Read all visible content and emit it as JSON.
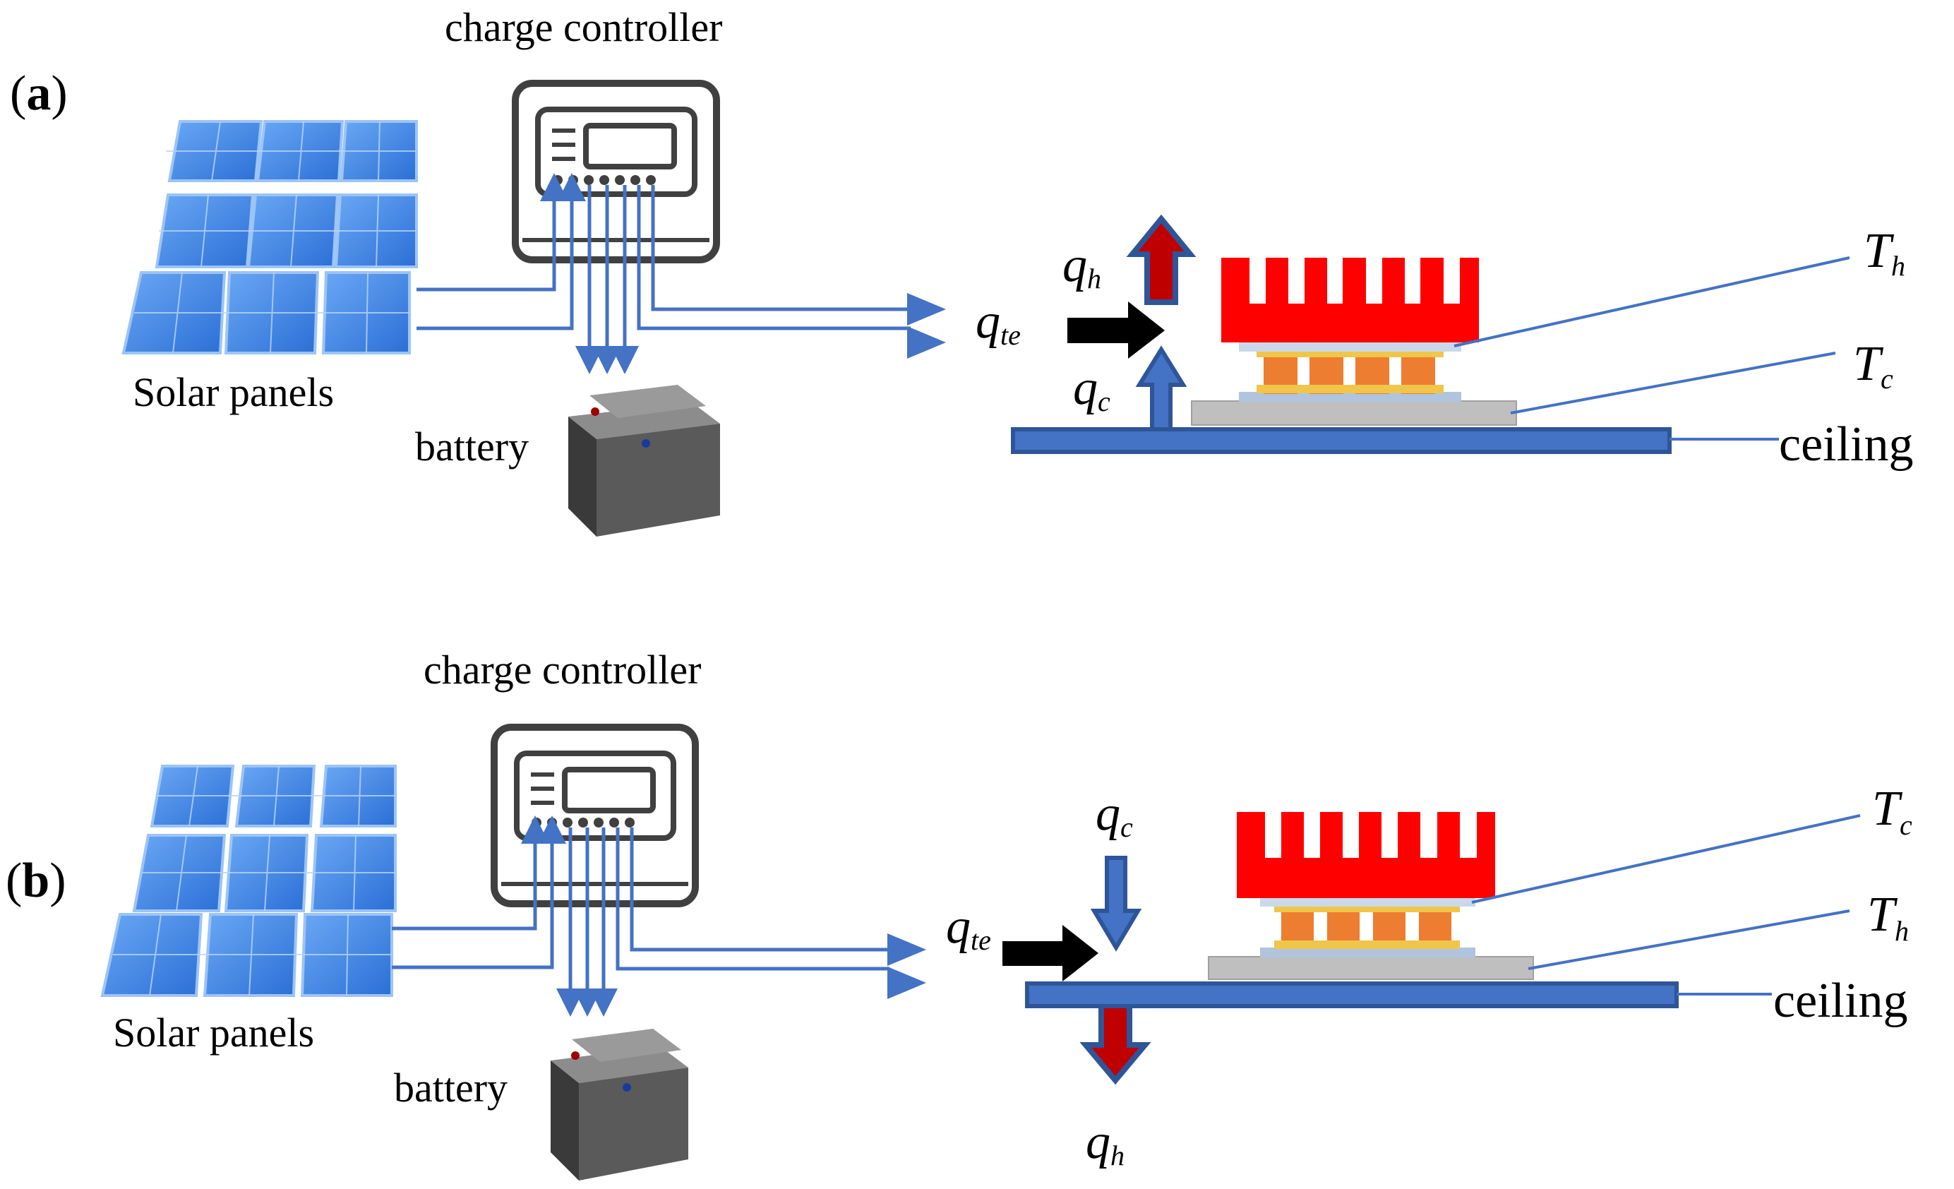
{
  "colors": {
    "wire": "#4472c4",
    "heatsink": "#ff0000",
    "pellet": "#ed7d31",
    "plate": "#bfbfbf",
    "ceiling": "#2e5597",
    "hot_arrow": "#c00000",
    "black_arrow": "#000000",
    "panel": "#3d86e8",
    "battery": "#555555"
  },
  "panels": [
    {
      "id": "a",
      "panel_label": "(a)",
      "panel_letter": "a",
      "controller_label": "charge controller",
      "solar_label": "Solar panels",
      "battery_label": "battery",
      "q_te": {
        "base": "q",
        "sub": "te"
      },
      "q_up": {
        "base": "q",
        "sub": "h"
      },
      "q_low": {
        "base": "q",
        "sub": "c"
      },
      "top_temp": {
        "base": "T",
        "sub": "h"
      },
      "bottom_temp": {
        "base": "T",
        "sub": "c"
      },
      "ceiling_label": "ceiling"
    },
    {
      "id": "b",
      "panel_label": "(b)",
      "panel_letter": "b",
      "controller_label": "charge controller",
      "solar_label": "Solar panels",
      "battery_label": "battery",
      "q_te": {
        "base": "q",
        "sub": "te"
      },
      "q_up": {
        "base": "q",
        "sub": "c"
      },
      "q_low": {
        "base": "q",
        "sub": "h"
      },
      "top_temp": {
        "base": "T",
        "sub": "c"
      },
      "bottom_temp": {
        "base": "T",
        "sub": "h"
      },
      "ceiling_label": "ceiling"
    }
  ]
}
